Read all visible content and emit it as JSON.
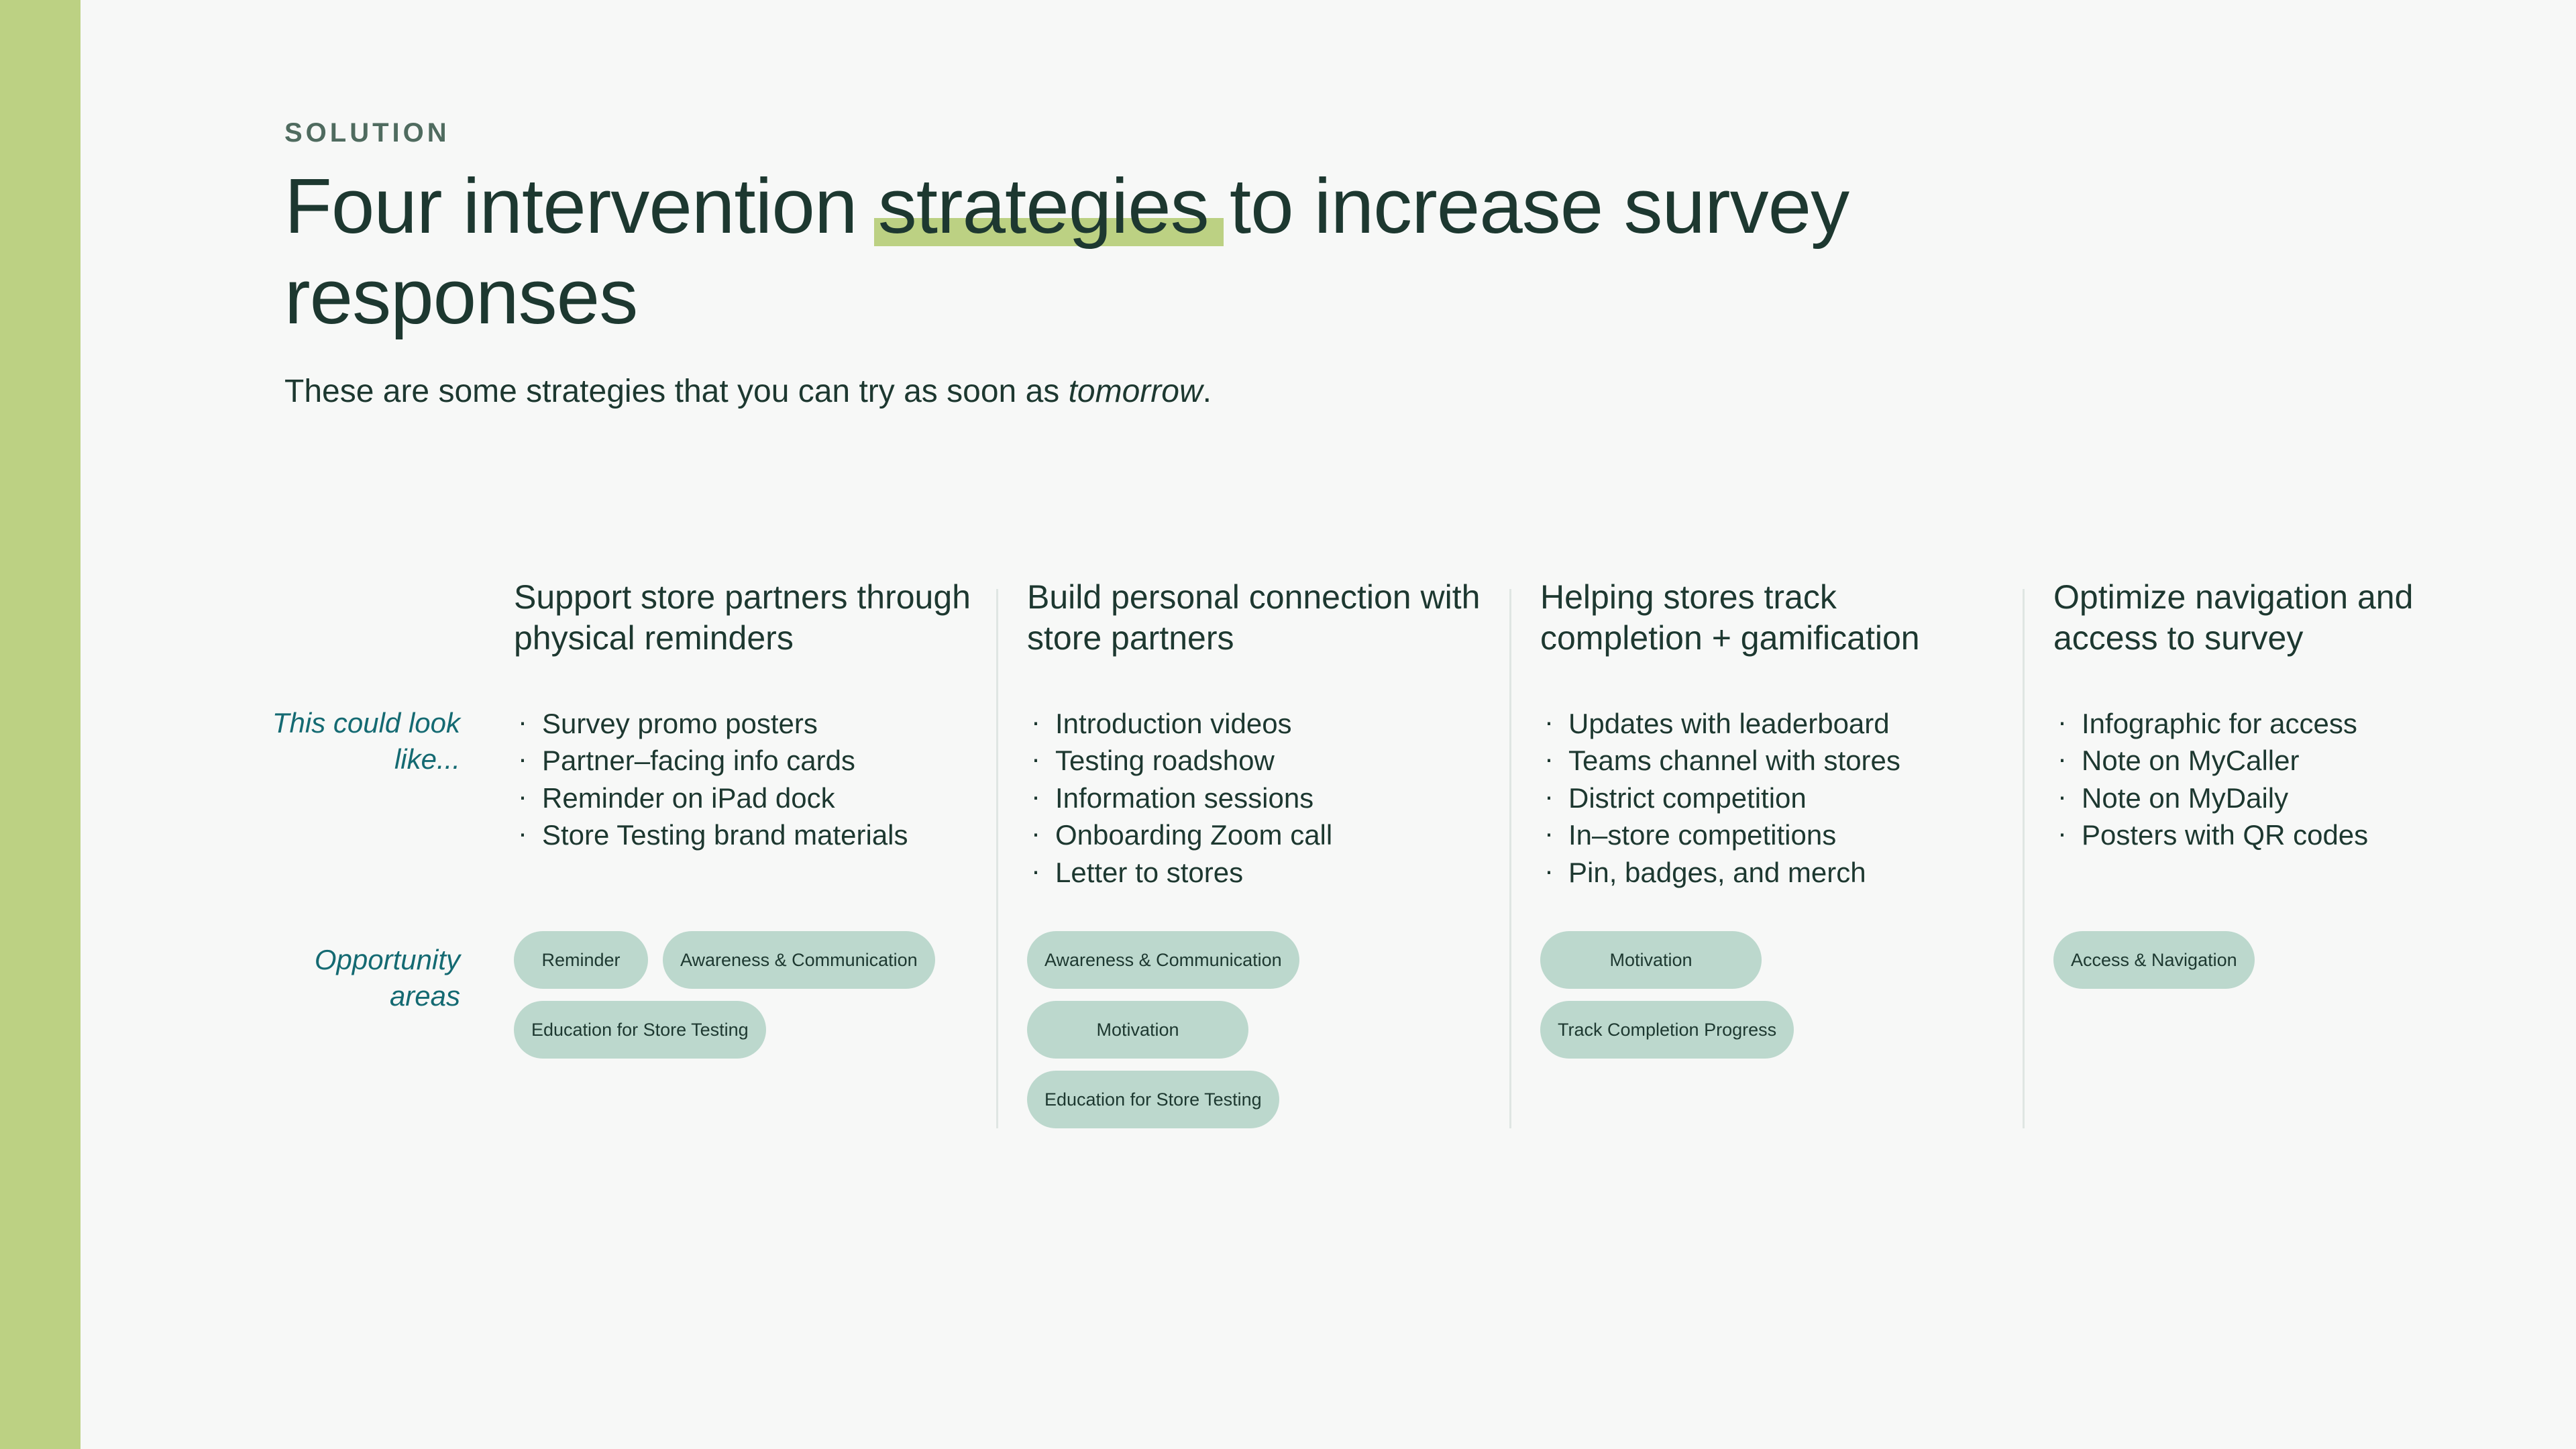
{
  "theme": {
    "background": "#f7f8f7",
    "accent_strip": "#bcd183",
    "highlight": "#bcd183",
    "heading_color": "#1d3830",
    "eyebrow_color": "#4f6b5f",
    "label_color": "#146a72",
    "pill_background": "#bcd8cd",
    "divider": "#dfe6e3"
  },
  "header": {
    "eyebrow": "SOLUTION",
    "headline_part1": "Four intervention ",
    "headline_highlight": "strategies",
    "headline_part2": " to increase survey responses",
    "subtitle_part1": "These are some strategies that you can try as soon as ",
    "subtitle_emphasis": "tomorrow",
    "subtitle_part2": "."
  },
  "row_labels": {
    "could_look_like": "This could look like...",
    "opportunity_areas": "Opportunity areas"
  },
  "columns": [
    {
      "title": "Support store partners through physical reminders",
      "bullets": [
        "Survey promo posters",
        "Partner–facing info cards",
        "Reminder on iPad dock",
        "Store Testing brand materials"
      ],
      "pills": [
        "Reminder",
        "Awareness & Communication",
        "Education for Store Testing"
      ]
    },
    {
      "title": "Build personal connection with store partners",
      "bullets": [
        "Introduction videos",
        "Testing roadshow",
        "Information sessions",
        "Onboarding Zoom call",
        "Letter to stores"
      ],
      "pills": [
        "Awareness & Communication",
        "Motivation",
        "Education for Store Testing"
      ]
    },
    {
      "title": "Helping stores track completion + gamification",
      "bullets": [
        "Updates with leaderboard",
        "Teams channel with stores",
        "District competition",
        "In–store competitions",
        "Pin, badges, and merch"
      ],
      "pills": [
        "Motivation",
        "Track Completion Progress"
      ]
    },
    {
      "title": "Optimize navigation and access to survey",
      "bullets": [
        "Infographic for access",
        "Note on MyCaller",
        "Note on MyDaily",
        "Posters with QR codes"
      ],
      "pills": [
        "Access & Navigation"
      ]
    }
  ]
}
